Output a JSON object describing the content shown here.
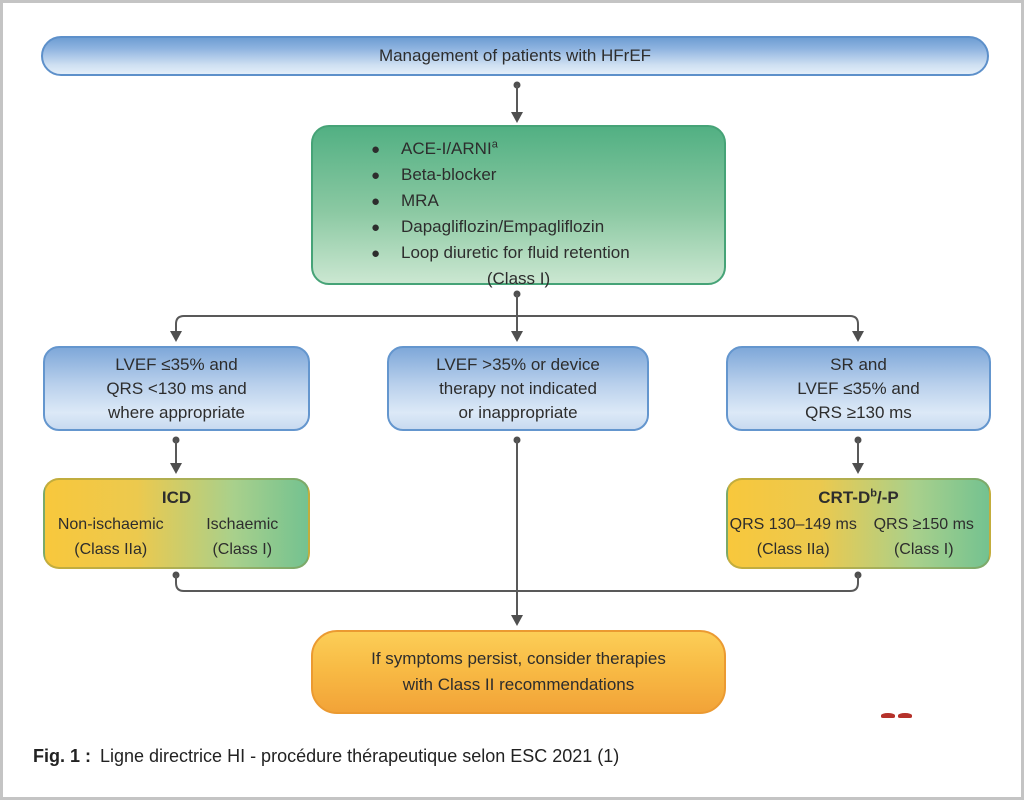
{
  "figure": {
    "caption_label": "Fig. 1 :",
    "caption_text": "Ligne directrice HI - procédure thérapeutique selon ESC 2021 (1)"
  },
  "flowchart": {
    "top_box": {
      "text": "Management of patients with HFrEF"
    },
    "treatment_box": {
      "items": [
        "ACE-I/ARNI",
        "Beta-blocker",
        "MRA",
        "Dapagliflozin/Empagliflozin",
        "Loop diuretic for fluid retention"
      ],
      "item0_superscript": "a",
      "class_label": "(Class I)"
    },
    "criteria_boxes": {
      "left": {
        "lines": [
          "LVEF ≤35% and",
          "QRS <130 ms and",
          "where appropriate"
        ]
      },
      "middle": {
        "lines": [
          "LVEF >35% or device",
          "therapy not indicated",
          "or inappropriate"
        ]
      },
      "right": {
        "lines": [
          "SR and",
          "LVEF ≤35% and",
          "QRS ≥130 ms"
        ]
      }
    },
    "icd_box": {
      "title": "ICD",
      "left_col": {
        "line1": "Non-ischaemic",
        "line2": "(Class IIa)"
      },
      "right_col": {
        "line1": "Ischaemic",
        "line2": "(Class I)"
      }
    },
    "crt_box": {
      "title_main": "CRT-D",
      "title_sup": "b",
      "title_rest": "/-P",
      "left_col": {
        "line1": "QRS 130–149 ms",
        "line2": "(Class IIa)"
      },
      "right_col": {
        "line1": "QRS ≥150 ms",
        "line2": "(Class I)"
      }
    },
    "bottom_box": {
      "lines": [
        "If symptoms persist, consider therapies",
        "with Class II recommendations"
      ]
    }
  },
  "colors": {
    "frame_border": "#c4c4c4",
    "text": "#2d2d2d",
    "blue_box_top": "#7fa8d9",
    "blue_box_bottom": "#dce9f7",
    "blue_box_border": "#5d90ca",
    "green_box_top": "#52b083",
    "green_box_bottom": "#cbe7d1",
    "green_box_border": "#46a377",
    "split_box_yellow": "#f8c83c",
    "split_box_green": "#74c290",
    "orange_box_top": "#fcce57",
    "orange_box_bottom": "#f2a338",
    "orange_box_border": "#eb9a31",
    "connector": "#595959",
    "red_mark": "#b5312a"
  }
}
